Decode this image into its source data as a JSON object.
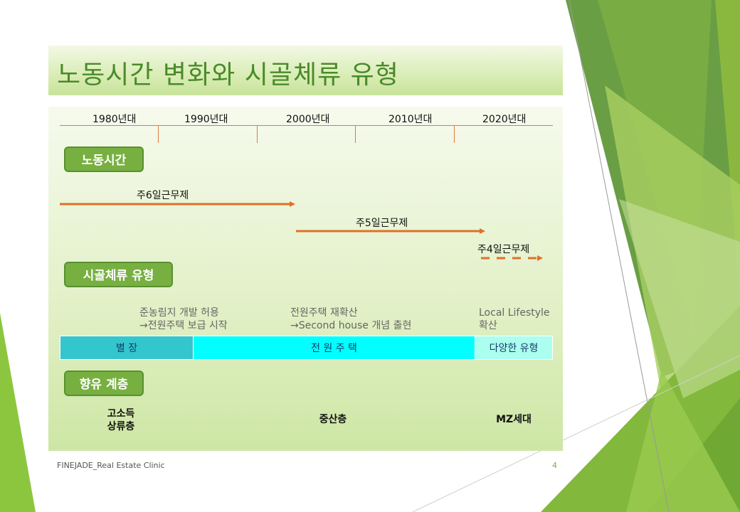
{
  "slide": {
    "title": "노동시간 변화와 시골체류 유형",
    "footer": "FINEJADE_Real Estate Clinic",
    "page_number": "4"
  },
  "timeline": {
    "years": [
      "1980년대",
      "1990년대",
      "2000년대",
      "2010년대",
      "2020년대"
    ]
  },
  "sections": {
    "working_hours": "노동시간",
    "stay_type": "시골체류 유형",
    "class": "향유 계층"
  },
  "working_hours": {
    "six_day": "주6일근무제",
    "five_day": "주5일근무제",
    "four_day": "주4일근무제"
  },
  "stay_notes": {
    "note1_line1": "준농림지 개발 허용",
    "note1_line2": "→전원주택 보급 시작",
    "note2_line1": "전원주택 재확산",
    "note2_line2": "→Second house 개념 출현",
    "note3_line1": "Local Lifestyle",
    "note3_line2": "확산"
  },
  "stay_bars": {
    "villa": "별 장",
    "country_house": "전 원 주 택",
    "diverse": "다양한 유형"
  },
  "classes": {
    "high_line1": "고소득",
    "high_line2": "상류층",
    "middle": "중산층",
    "mz": "MZ세대"
  },
  "colors": {
    "accent_green": "#77b041",
    "title_green": "#4a8a2a",
    "arrow_orange": "#e0702a",
    "bar_teal": "#33c6cc",
    "bar_cyan": "#00ffff",
    "bar_mint": "#aaffee"
  }
}
